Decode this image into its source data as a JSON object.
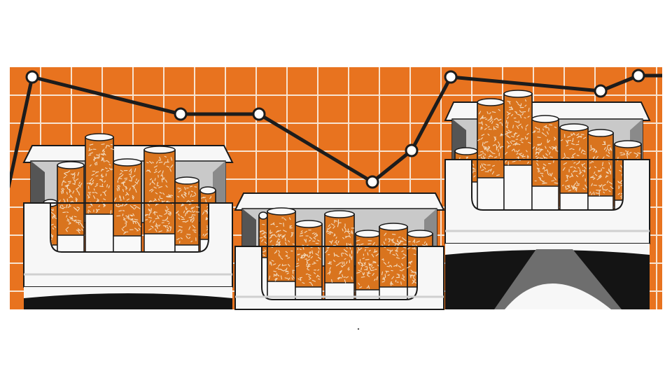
{
  "colors": {
    "background": "#ffffff",
    "grid_fill": "#e8731f",
    "grid_line": "#f7e3d0",
    "trend_line": "#1c1c1c",
    "marker_fill": "#ffffff",
    "pack_white": "#f7f7f7",
    "pack_inner": "#c9c9c9",
    "pack_shadow": "#555555",
    "pack_dark": "#141414",
    "filter_orange": "#d9741e",
    "filter_fleck": "#f3dcc0",
    "paper_white": "#f9f9f9",
    "outline": "#1a1a1a"
  },
  "scene": {
    "subject": "illustration",
    "elements": [
      "orange-grid-background",
      "trend-line-with-markers",
      "cigarette-pack-left",
      "cigarette-pack-middle",
      "cigarette-pack-right"
    ]
  }
}
